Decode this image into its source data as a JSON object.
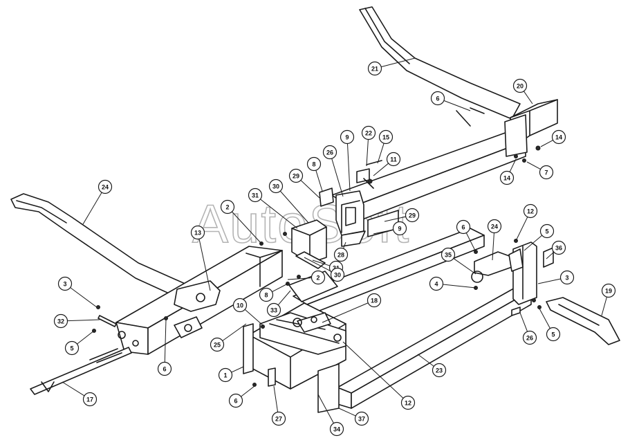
{
  "watermark": "AutoSoft",
  "colors": {
    "line": "#1a1a1a",
    "background": "#ffffff",
    "watermark": "#9a9a9a"
  },
  "callouts": [
    {
      "id": "c21",
      "label": "21"
    },
    {
      "id": "c20",
      "label": "20"
    },
    {
      "id": "c6a",
      "label": "6"
    },
    {
      "id": "c14a",
      "label": "14"
    },
    {
      "id": "c7",
      "label": "7"
    },
    {
      "id": "c14b",
      "label": "14"
    },
    {
      "id": "c9a",
      "label": "9"
    },
    {
      "id": "c22",
      "label": "22"
    },
    {
      "id": "c15",
      "label": "15"
    },
    {
      "id": "c11",
      "label": "11"
    },
    {
      "id": "c26a",
      "label": "26"
    },
    {
      "id": "c8a",
      "label": "8"
    },
    {
      "id": "c29a",
      "label": "29"
    },
    {
      "id": "c30a",
      "label": "30"
    },
    {
      "id": "c31a",
      "label": "31"
    },
    {
      "id": "c2a",
      "label": "2"
    },
    {
      "id": "c29b",
      "label": "29"
    },
    {
      "id": "c9b",
      "label": "9"
    },
    {
      "id": "c28",
      "label": "28"
    },
    {
      "id": "c31b",
      "label": "31"
    },
    {
      "id": "c30b",
      "label": "30"
    },
    {
      "id": "c2b",
      "label": "2"
    },
    {
      "id": "c24a",
      "label": "24"
    },
    {
      "id": "c13",
      "label": "13"
    },
    {
      "id": "c3a",
      "label": "3"
    },
    {
      "id": "c32",
      "label": "32"
    },
    {
      "id": "c5a",
      "label": "5"
    },
    {
      "id": "c6b",
      "label": "6"
    },
    {
      "id": "c17",
      "label": "17"
    },
    {
      "id": "c8b",
      "label": "8"
    },
    {
      "id": "c33",
      "label": "33"
    },
    {
      "id": "c10",
      "label": "10"
    },
    {
      "id": "c25",
      "label": "25"
    },
    {
      "id": "c18",
      "label": "18"
    },
    {
      "id": "c1",
      "label": "1"
    },
    {
      "id": "c6c",
      "label": "6"
    },
    {
      "id": "c27",
      "label": "27"
    },
    {
      "id": "c34",
      "label": "34"
    },
    {
      "id": "c37",
      "label": "37"
    },
    {
      "id": "c12a",
      "label": "12"
    },
    {
      "id": "c23",
      "label": "23"
    },
    {
      "id": "c6d",
      "label": "6"
    },
    {
      "id": "c24b",
      "label": "24"
    },
    {
      "id": "c12b",
      "label": "12"
    },
    {
      "id": "c5b",
      "label": "5"
    },
    {
      "id": "c35",
      "label": "35"
    },
    {
      "id": "c36",
      "label": "36"
    },
    {
      "id": "c4",
      "label": "4"
    },
    {
      "id": "c3b",
      "label": "3"
    },
    {
      "id": "c19",
      "label": "19"
    },
    {
      "id": "c26b",
      "label": "26"
    },
    {
      "id": "c5c",
      "label": "5"
    }
  ]
}
